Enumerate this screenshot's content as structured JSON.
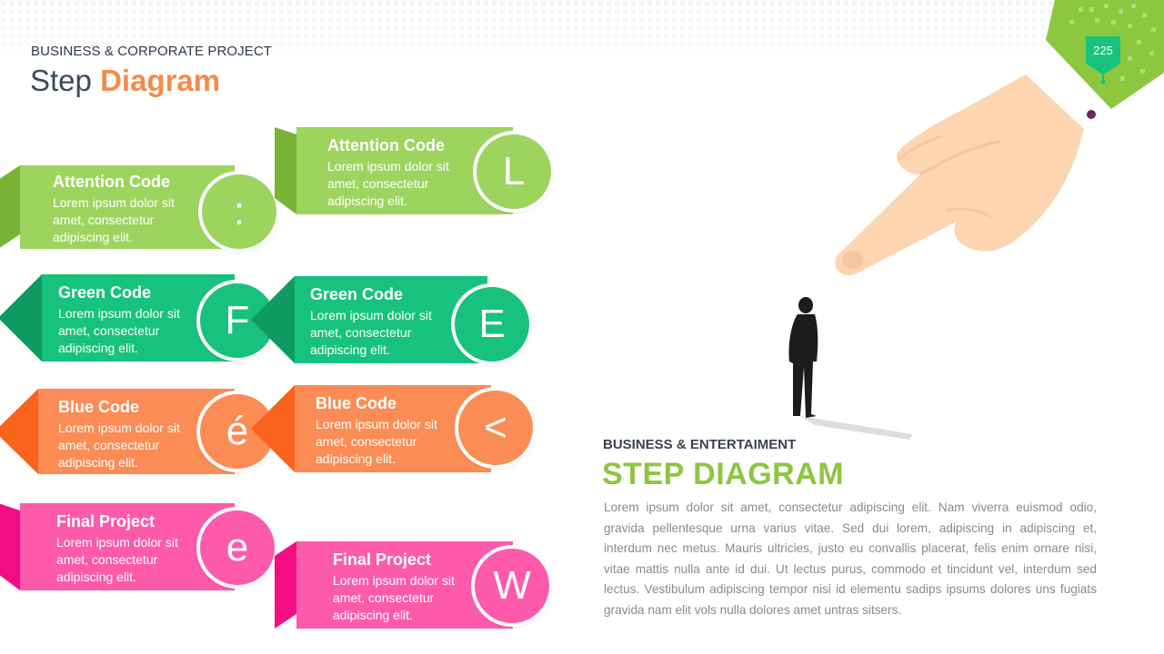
{
  "header": {
    "subtitle": "BUSINESS & CORPORATE PROJECT",
    "title_plain": "Step ",
    "title_accent": "Diagram"
  },
  "page_number": "225",
  "colors": {
    "green": "#9dd45e",
    "green_dark": "#79b336",
    "teal": "#17c27e",
    "teal_dark": "#0e9a63",
    "orange": "#fb8c55",
    "orange_dark": "#f9631c",
    "pink": "#fd5aab",
    "pink_dark": "#f20d85",
    "heading_green": "#8dc63f",
    "accent_orange": "#f58a4c"
  },
  "steps": [
    {
      "title": "Attention Code",
      "text": "Lorem ipsum dolor sit amet, consectetur adipiscing elit.",
      "letter": ":"
    },
    {
      "title": "Attention Code",
      "text": "Lorem ipsum dolor sit amet, consectetur adipiscing elit.",
      "letter": "L"
    },
    {
      "title": "Green Code",
      "text": "Lorem ipsum dolor sit amet, consectetur adipiscing elit.",
      "letter": "F"
    },
    {
      "title": "Green Code",
      "text": "Lorem ipsum dolor sit amet, consectetur adipiscing elit.",
      "letter": "E"
    },
    {
      "title": "Blue Code",
      "text": "Lorem ipsum dolor sit amet, consectetur adipiscing elit.",
      "letter": "é"
    },
    {
      "title": "Blue Code",
      "text": "Lorem ipsum dolor sit amet, consectetur adipiscing elit.",
      "letter": "<"
    },
    {
      "title": "Final Project",
      "text": "Lorem ipsum dolor sit amet, consectetur adipiscing elit.",
      "letter": "e"
    },
    {
      "title": "Final Project",
      "text": "Lorem ipsum dolor sit amet, consectetur adipiscing elit.",
      "letter": "W"
    }
  ],
  "section": {
    "subtitle": "BUSINESS & ENTERTAIMENT",
    "title": "STEP DIAGRAM",
    "body": "Lorem ipsum dolor sit amet, consectetur adipiscing elit. Nam viverra euismod odio, gravida pellentesque urna varius vitae. Sed dui lorem, adipiscing in adipiscing et, interdum nec metus. Mauris ultricies, justo eu convallis placerat, felis enim ornare nisi, vitae mattis nulla ante id dui. Ut lectus purus, commodo et tincidunt vel, interdum sed lectus. Vestibulum adipiscing tempor nisi id elementu sadips ipsums dolores uns fugiats gravida nam elit vols nulla dolores amet untras sitsers."
  },
  "illustration": {
    "hand": "pointing-hand-icon",
    "person": "person-silhouette-icon"
  }
}
